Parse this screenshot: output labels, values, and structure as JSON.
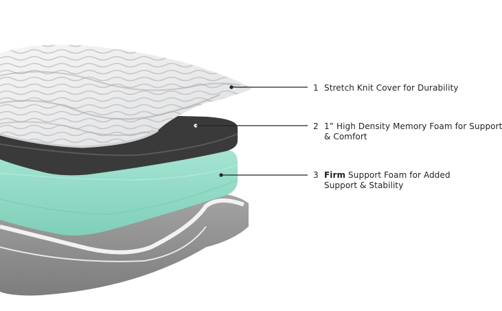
{
  "callouts": [
    {
      "number": "1",
      "text_line1": "Stretch Knit Cover for Durability",
      "text_line2": ""
    },
    {
      "number": "2",
      "text_line1": "1” High Density Memory Foam for Support",
      "text_line2": "& Comfort"
    },
    {
      "number": "3",
      "bold_prefix": "Firm",
      "text_line1_rest": " Support Foam for Added",
      "text_line2": "Support & Stability"
    }
  ],
  "colors": {
    "cover": "#e9e9ea",
    "memory_foam": "#3a3a3b",
    "support_foam": "#8fd8c4",
    "base": "#8f8f90",
    "leader_line": "#222222"
  },
  "icons": [
    "mattress-cover-layer",
    "memory-foam-layer",
    "support-foam-layer",
    "base-layer"
  ]
}
